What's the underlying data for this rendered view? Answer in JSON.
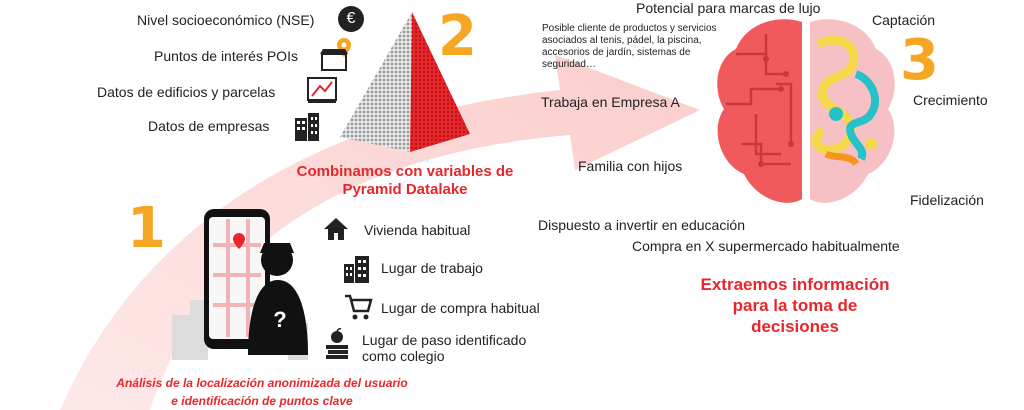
{
  "step1": {
    "number": "1",
    "caption_line1": "Análisis de la localización anonimizada del usuario",
    "caption_line2": "e identificación de puntos clave",
    "items": [
      {
        "label": "Vivienda habitual",
        "icon": "house-icon"
      },
      {
        "label": "Lugar de trabajo",
        "icon": "buildings-icon"
      },
      {
        "label": "Lugar de compra habitual",
        "icon": "shopping-cart-icon"
      },
      {
        "label_line1": "Lugar de paso identificado",
        "label_line2": "como colegio",
        "icon": "school-books-icon"
      }
    ]
  },
  "step2": {
    "number": "2",
    "caption_line1": "Combinamos con variables de",
    "caption_line2": "Pyramid Datalake",
    "items": [
      {
        "label": "Nivel socioeconómico (NSE)",
        "icon": "money-icon"
      },
      {
        "label": "Puntos de interés POIs",
        "icon": "store-pin-icon"
      },
      {
        "label": "Datos de edificios y parcelas",
        "icon": "blueprint-icon"
      },
      {
        "label": "Datos de empresas",
        "icon": "office-buildings-icon"
      }
    ]
  },
  "step3": {
    "number": "3",
    "caption_line1": "Extraemos información",
    "caption_line2": "para la toma de",
    "caption_line3": "decisiones",
    "left_labels": {
      "potencial": "Potencial para marcas de lujo",
      "posible_line1": "Posible cliente de productos y servicios",
      "posible_line2": "asociados al tenis, pádel, la piscina,",
      "posible_line3": "accesorios de jardín, sistemas de",
      "posible_line4": "seguridad…",
      "trabaja": "Trabaja en Empresa A",
      "familia": "Familia con hijos",
      "dispuesto": "Dispuesto a invertir en educación",
      "compra": "Compra en X supermercado habitualmente"
    },
    "right_labels": {
      "captacion": "Captación",
      "crecimiento": "Crecimiento",
      "fidelizacion": "Fidelización"
    }
  },
  "colors": {
    "accent_red": "#e8262b",
    "number_orange": "#f5a623",
    "arrow_pink": "#fbd3d2"
  }
}
